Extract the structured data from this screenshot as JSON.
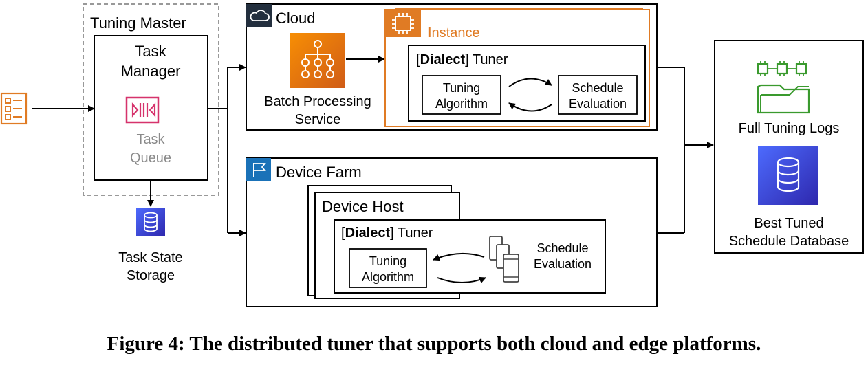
{
  "input_icon": "document-list-icon",
  "tuning_master": {
    "title": "Tuning Master",
    "task_manager_line1": "Task",
    "task_manager_line2": "Manager",
    "task_queue_icon": "queue-icon",
    "task_queue_line1": "Task",
    "task_queue_line2": "Queue"
  },
  "task_state_storage": {
    "icon": "database-icon",
    "line1": "Task State",
    "line2": "Storage"
  },
  "cloud": {
    "icon": "cloud-icon",
    "title": "Cloud",
    "batch_icon": "batch-processing-icon",
    "batch_line1": "Batch Processing",
    "batch_line2": "Service",
    "instance_icon": "chip-icon",
    "instance_label": "Instance",
    "tuner_bold": "Dialect",
    "tuner_rest": "Tuner",
    "tuning_alg_line1": "Tuning",
    "tuning_alg_line2": "Algorithm",
    "sched_eval_line1": "Schedule",
    "sched_eval_line2": "Evaluation"
  },
  "device_farm": {
    "icon": "flag-icon",
    "title": "Device Farm",
    "device_host": "Device Host",
    "tuner_bold": "Dialect",
    "tuner_rest": "Tuner",
    "tuning_alg_line1": "Tuning",
    "tuning_alg_line2": "Algorithm",
    "devices_icon": "mobile-devices-icon",
    "sched_eval_line1": "Schedule",
    "sched_eval_line2": "Evaluation"
  },
  "output": {
    "logs_icon": "folder-chips-icon",
    "logs_label": "Full Tuning Logs",
    "db_icon": "database-icon",
    "db_line1": "Best Tuned",
    "db_line2": "Schedule Database"
  },
  "caption": "Figure 4: The distributed tuner that supports both cloud and edge platforms.",
  "colors": {
    "orange": "#e07b24",
    "pink": "#d6336c",
    "green": "#3a9a2e",
    "blue_db": "#3b48cc",
    "cloud_badge": "#232f3e",
    "farm_badge": "#1a72b8"
  }
}
